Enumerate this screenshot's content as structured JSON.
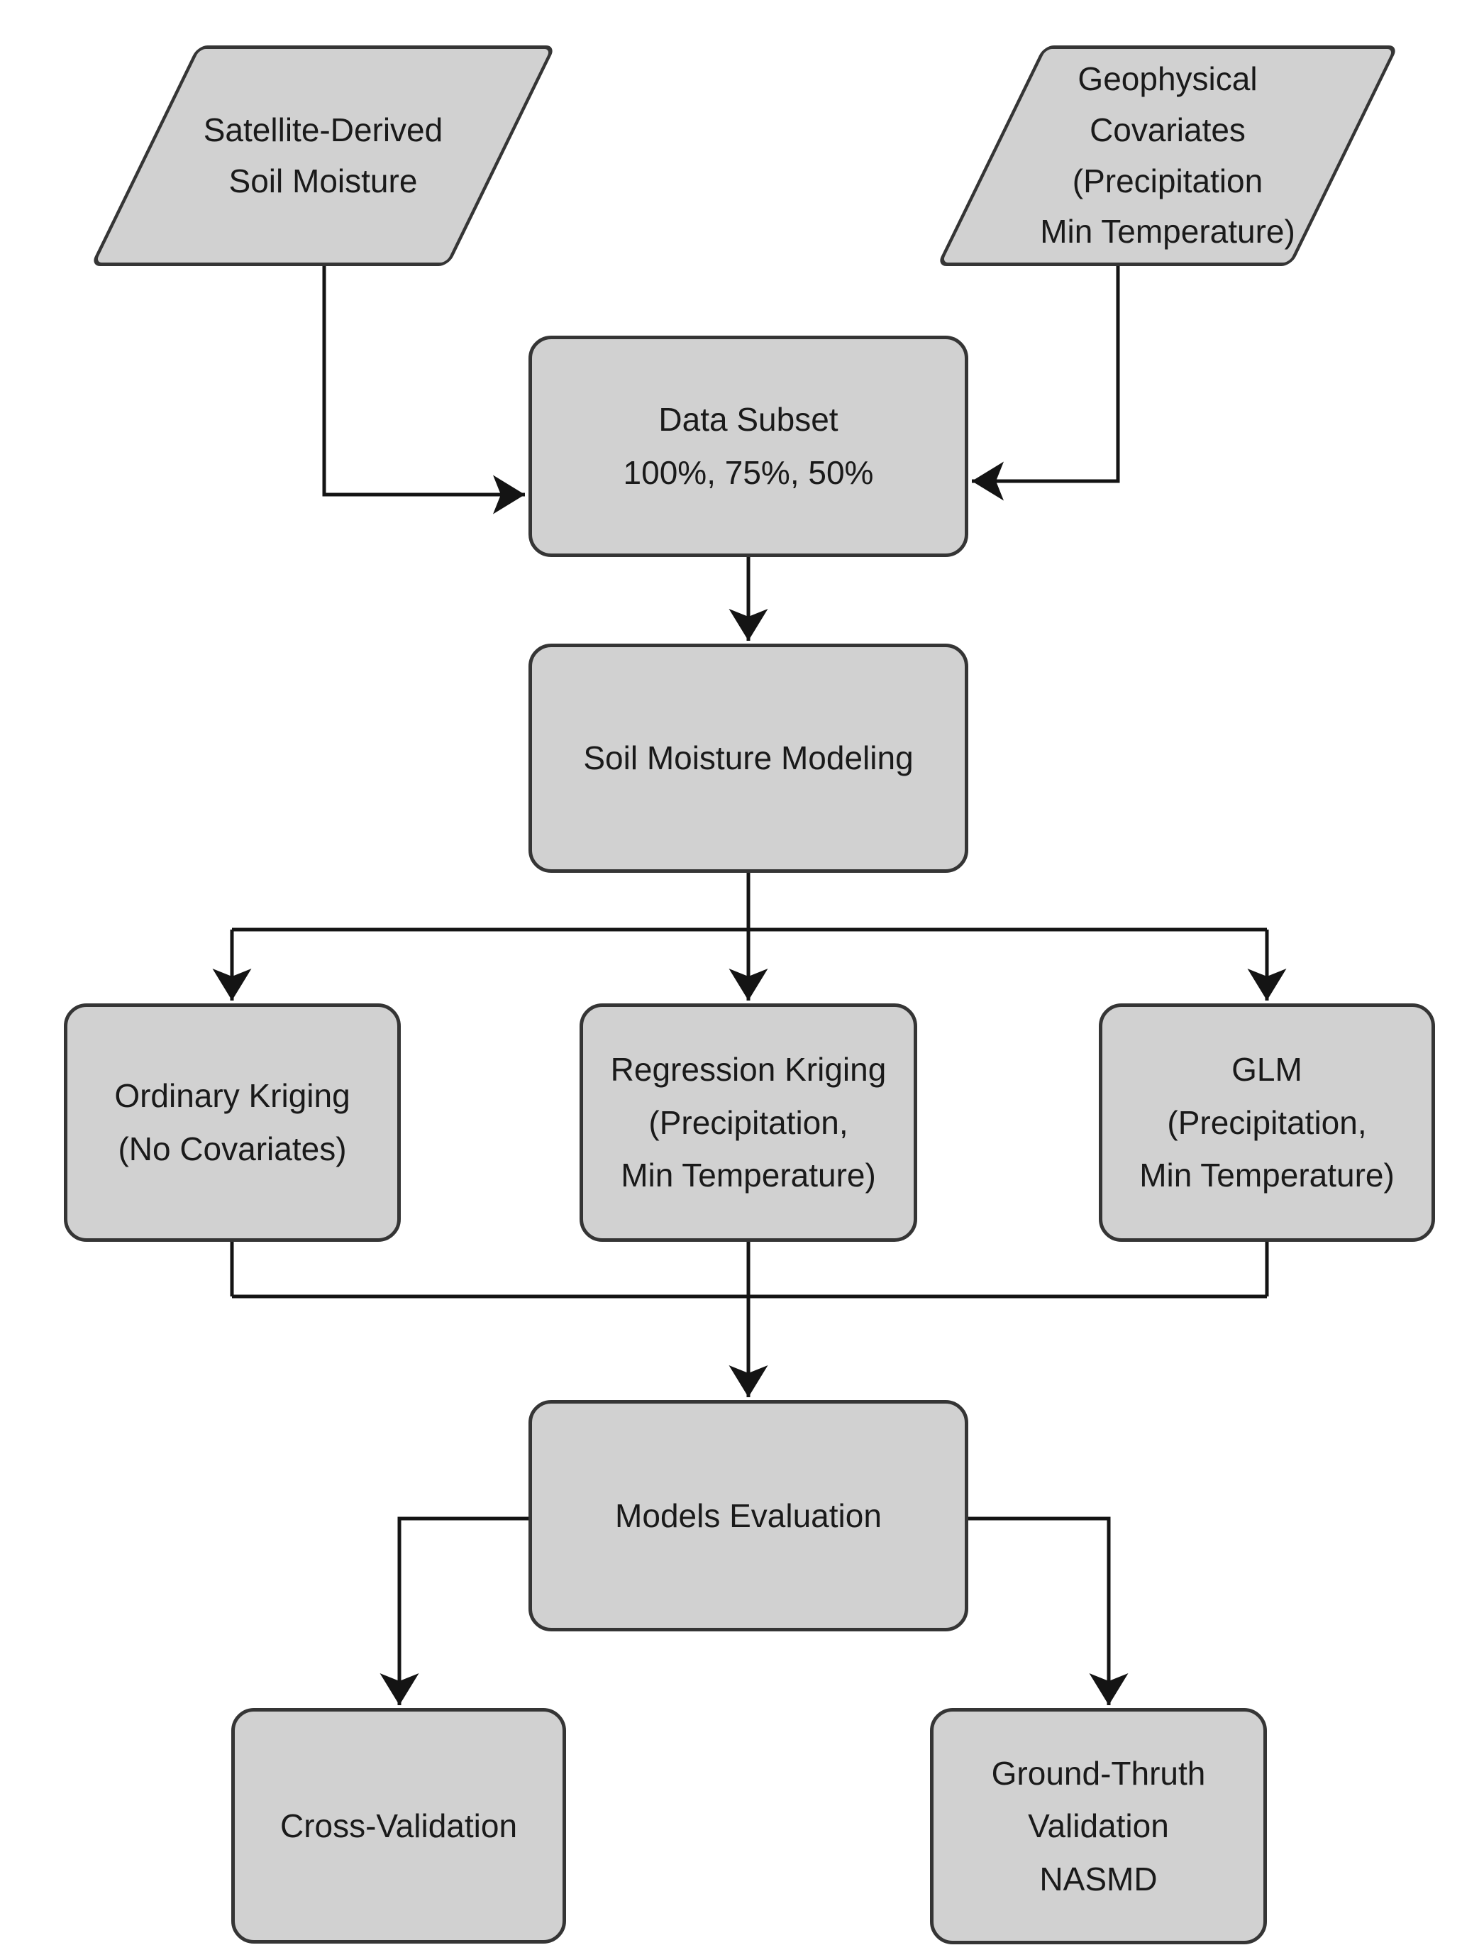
{
  "diagram_type": "flowchart",
  "colors": {
    "node_fill": "#d1d1d1",
    "node_border": "#353535",
    "connector": "#141414",
    "text": "#1a1a1a",
    "background": "#ffffff"
  },
  "nodes": {
    "satellite_input": {
      "shape": "parallelogram",
      "label": "Satellite-Derived\nSoil Moisture"
    },
    "geophysical_input": {
      "shape": "parallelogram",
      "label": "Geophysical\nCovariates\n(Precipitation\nMin Temperature)"
    },
    "data_subset": {
      "shape": "rounded-rect",
      "label": "Data Subset\n100%, 75%, 50%"
    },
    "soil_moisture_modeling": {
      "shape": "rounded-rect",
      "label": "Soil Moisture Modeling"
    },
    "ordinary_kriging": {
      "shape": "rounded-rect",
      "label": "Ordinary Kriging\n(No Covariates)"
    },
    "regression_kriging": {
      "shape": "rounded-rect",
      "label": "Regression Kriging\n(Precipitation,\nMin Temperature)"
    },
    "glm": {
      "shape": "rounded-rect",
      "label": "GLM\n(Precipitation,\nMin Temperature)"
    },
    "models_evaluation": {
      "shape": "rounded-rect",
      "label": "Models Evaluation"
    },
    "cross_validation": {
      "shape": "rounded-rect",
      "label": "Cross-Validation"
    },
    "ground_truth_validation": {
      "shape": "rounded-rect",
      "label": "Ground-Thruth\nValidation\nNASMD"
    }
  },
  "edges": [
    {
      "from": "satellite_input",
      "to": "data_subset"
    },
    {
      "from": "geophysical_input",
      "to": "data_subset"
    },
    {
      "from": "data_subset",
      "to": "soil_moisture_modeling"
    },
    {
      "from": "soil_moisture_modeling",
      "to": "ordinary_kriging"
    },
    {
      "from": "soil_moisture_modeling",
      "to": "regression_kriging"
    },
    {
      "from": "soil_moisture_modeling",
      "to": "glm"
    },
    {
      "from": "ordinary_kriging",
      "to": "models_evaluation"
    },
    {
      "from": "regression_kriging",
      "to": "models_evaluation"
    },
    {
      "from": "glm",
      "to": "models_evaluation"
    },
    {
      "from": "models_evaluation",
      "to": "cross_validation"
    },
    {
      "from": "models_evaluation",
      "to": "ground_truth_validation"
    }
  ]
}
